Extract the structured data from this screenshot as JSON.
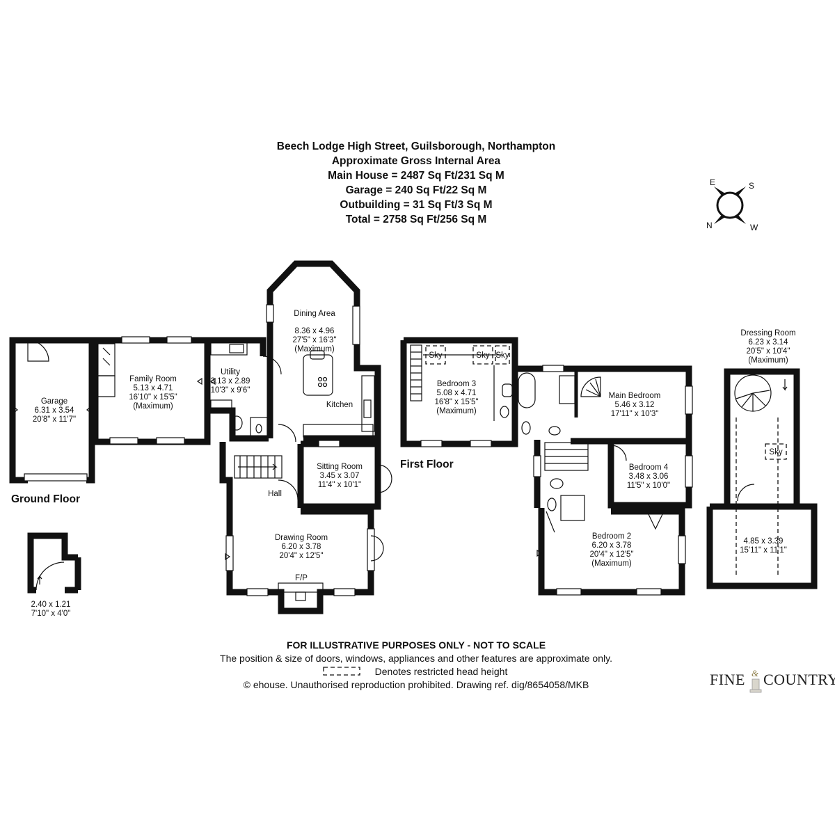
{
  "header": {
    "address": "Beech Lodge High Street, Guilsborough, Northampton",
    "area_title": "Approximate Gross Internal Area",
    "main_house": "Main House = 2487 Sq Ft/231 Sq M",
    "garage": "Garage = 240 Sq Ft/22 Sq M",
    "outbuilding": "Outbuilding = 31 Sq Ft/3 Sq M",
    "total": "Total = 2758 Sq Ft/256 Sq M"
  },
  "compass": {
    "e": "E",
    "s": "S",
    "n": "N",
    "w": "W"
  },
  "floors": {
    "ground": "Ground Floor",
    "first": "First Floor"
  },
  "rooms": {
    "garage": {
      "name": "Garage",
      "metric": "6.31 x 3.54",
      "imperial": "20'8\" x 11'7\""
    },
    "family": {
      "name": "Family Room",
      "metric": "5.13 x 4.71",
      "imperial": "16'10\" x 15'5\"",
      "note": "(Maximum)"
    },
    "utility": {
      "name": "Utility",
      "metric": "3.13 x 2.89",
      "imperial": "10'3\" x 9'6\""
    },
    "dining": {
      "name": "Dining Area",
      "metric": "8.36 x 4.96",
      "imperial": "27'5\" x 16'3\"",
      "note": "(Maximum)"
    },
    "kitchen": {
      "name": "Kitchen"
    },
    "sitting": {
      "name": "Sitting Room",
      "metric": "3.45 x 3.07",
      "imperial": "11'4\" x 10'1\""
    },
    "hall": {
      "name": "Hall"
    },
    "drawing": {
      "name": "Drawing Room",
      "metric": "6.20 x 3.78",
      "imperial": "20'4\" x 12'5\"",
      "fp": "F/P"
    },
    "outbuilding": {
      "metric": "2.40 x 1.21",
      "imperial": "7'10\" x 4'0\""
    },
    "bedroom3": {
      "name": "Bedroom 3",
      "metric": "5.08 x 4.71",
      "imperial": "16'8\" x 15'5\"",
      "note": "(Maximum)"
    },
    "main_bedroom": {
      "name": "Main Bedroom",
      "metric": "5.46 x 3.12",
      "imperial": "17'11\" x 10'3\""
    },
    "bedroom4": {
      "name": "Bedroom 4",
      "metric": "3.48 x 3.06",
      "imperial": "11'5\" x 10'0\""
    },
    "bedroom2": {
      "name": "Bedroom 2",
      "metric": "6.20 x 3.78",
      "imperial": "20'4\" x 12'5\"",
      "note": "(Maximum)"
    },
    "dressing": {
      "name": "Dressing Room",
      "metric": "6.23 x 3.14",
      "imperial": "20'5\" x 10'4\"",
      "note": "(Maximum)"
    },
    "loft": {
      "metric": "4.85 x 3.39",
      "imperial": "15'11\" x 11'1\""
    }
  },
  "sky_label": "Sky",
  "footer": {
    "disclaimer": "FOR ILLUSTRATIVE PURPOSES ONLY - NOT TO SCALE",
    "position_note": "The position & size of doors, windows, appliances and other features are approximate only.",
    "legend": "Denotes restricted head height",
    "copyright": "© ehouse. Unauthorised reproduction prohibited. Drawing ref. dig/8654058/MKB"
  },
  "brand": {
    "part1": "FINE",
    "amp": "&",
    "part2": "COUNTRY"
  }
}
